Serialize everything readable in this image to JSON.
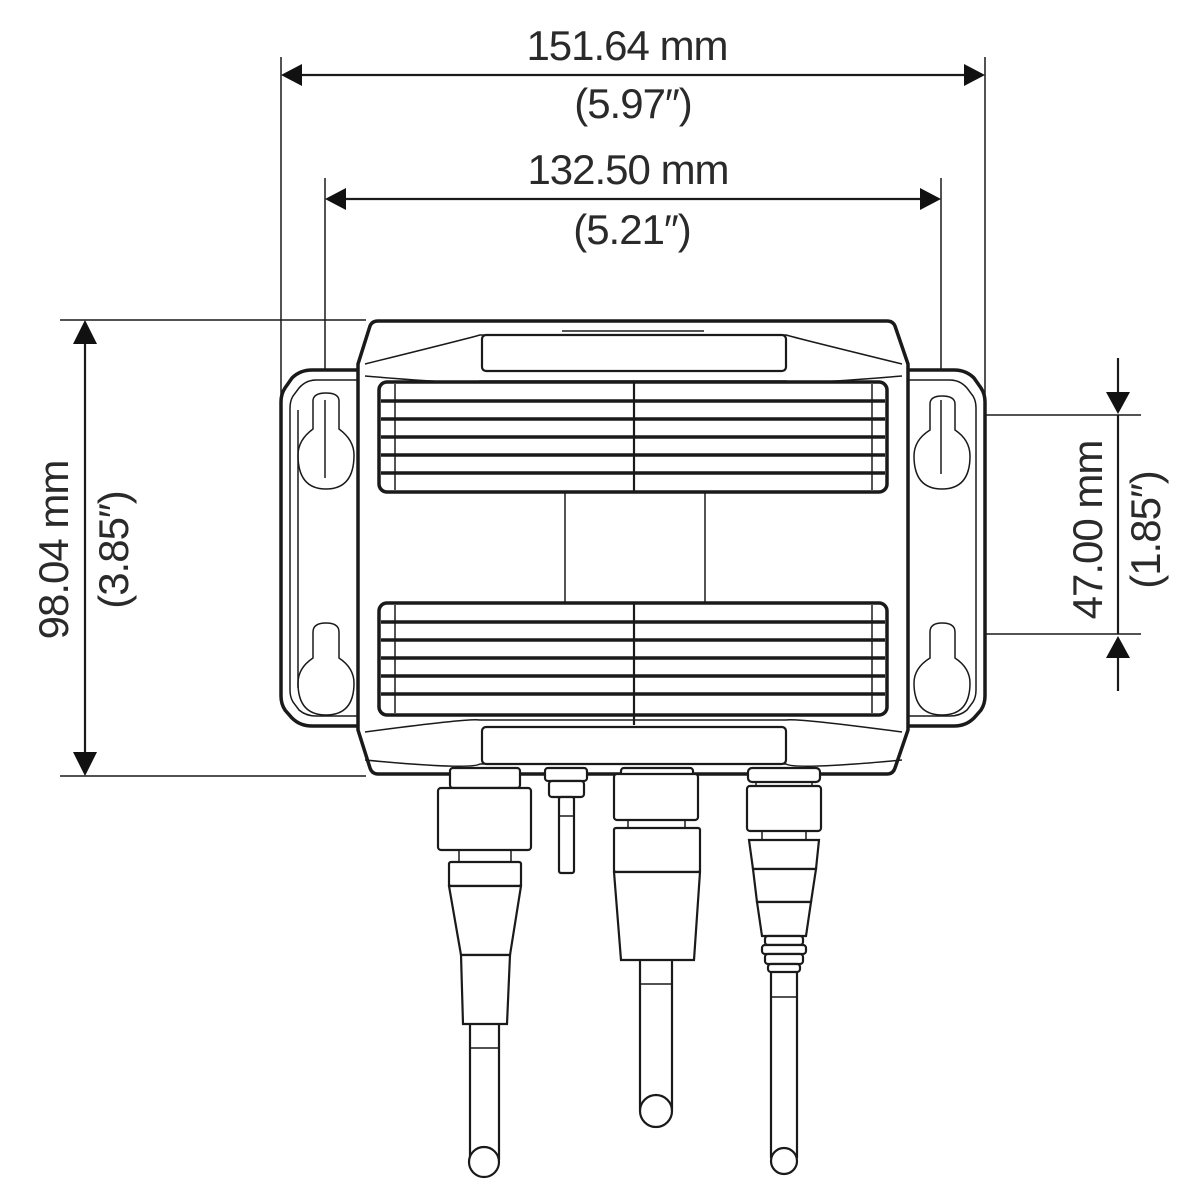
{
  "diagram": {
    "type": "dimension-drawing",
    "subject": "device enclosure with 4 keyhole mounting tabs, 2 ventilation grilles, and 4 bottom cable connectors",
    "units": [
      "mm",
      "in"
    ],
    "line_color": "#1a1a1a",
    "text_color": "#2a2a2a",
    "background": "#ffffff"
  },
  "dimensions": {
    "overall_width": {
      "mm_label": "151.64 mm",
      "in_label": "(5.97″)",
      "orientation": "horizontal"
    },
    "mounting_hole_spacing_horizontal": {
      "mm_label": "132.50 mm",
      "in_label": "(5.21″)",
      "orientation": "horizontal"
    },
    "overall_height": {
      "mm_label": "98.04 mm",
      "in_label": "(3.85″)",
      "orientation": "vertical"
    },
    "mounting_hole_spacing_vertical": {
      "mm_label": "47.00 mm",
      "in_label": "(1.85″)",
      "orientation": "vertical"
    }
  },
  "components": {
    "mounting_tabs": [
      "left",
      "right"
    ],
    "keyhole_slots": [
      "top-left",
      "bottom-left",
      "top-right",
      "bottom-right"
    ],
    "vent_grilles": [
      "upper",
      "lower"
    ],
    "cables": [
      "cable-1",
      "sensor-probe",
      "cable-2",
      "cable-3"
    ]
  }
}
